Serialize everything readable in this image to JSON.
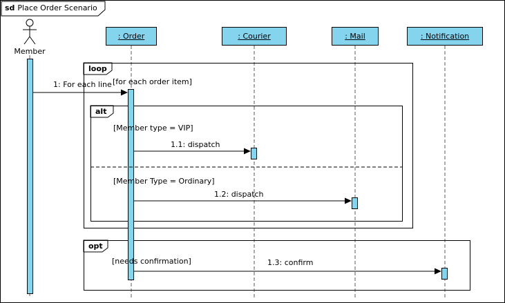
{
  "frame": {
    "keyword": "sd",
    "title": "Place Order Scenario"
  },
  "actor": {
    "name": "Member"
  },
  "lifelines": [
    {
      "name": ": Order"
    },
    {
      "name": ": Courier"
    },
    {
      "name": ": Mail"
    },
    {
      "name": ": Notification"
    }
  ],
  "fragments": {
    "loop": {
      "operator": "loop",
      "guard": "[for each order item]"
    },
    "alt": {
      "operator": "alt",
      "guard_vip": "[Member type = VIP]",
      "guard_ordinary": "[Member Type = Ordinary]"
    },
    "opt": {
      "operator": "opt",
      "guard": "[needs confirmation]"
    }
  },
  "messages": [
    {
      "label": "1: For each line"
    },
    {
      "label": "1.1: dispatch"
    },
    {
      "label": "1.2: dispatch"
    },
    {
      "label": "1.3: confirm"
    }
  ],
  "colors": {
    "node_fill": "#84D4EE",
    "border": "#000000",
    "lifeline_dash": "#595959",
    "background": "#FFFFFF",
    "arrow": "#000000"
  }
}
